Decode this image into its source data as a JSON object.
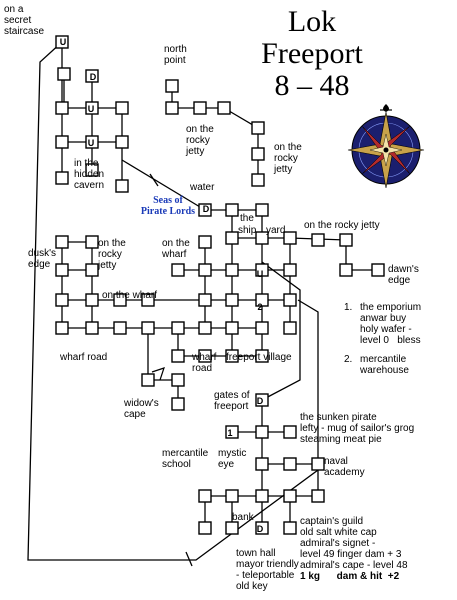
{
  "title": {
    "line1": "Lok",
    "line2": "Freeport",
    "line3": "8 – 48"
  },
  "seas_label": "Seas of\nPirate Lords",
  "room_marks": {
    "U": "U",
    "D": "D",
    "one": "1",
    "two": "2"
  },
  "labels": {
    "secret_staircase": "on a\nsecret\nstaircase",
    "north_point": "north\npoint",
    "rocky_jetty_1": "on the\nrocky\njetty",
    "rocky_jetty_2": "on the\nrocky\njetty",
    "hidden_cavern": "in the\nhidden\ncavern",
    "water": "water",
    "ship_yard_the": "the",
    "ship_yard_ship": "ship",
    "ship_yard_yard": "yard",
    "rocky_jetty_long": "on the rocky jetty",
    "on_the_wharf": "on the\nwharf",
    "dusks_edge": "dusk's\nedge",
    "rocky_jetty_3": "on the\nrocky\njetty",
    "dawns_edge": "dawn's\nedge",
    "on_the_wharf_2": "on the wharf",
    "wharf_road_1": "wharf road",
    "wharf_road_2": "wharf\nroad",
    "freeport_village": "freeport village",
    "widows_cape": "widow's\ncape",
    "gates_of_freeport": "gates of\nfreeport",
    "sunken_pirate": "the sunken pirate\nlefty - mug of sailor's grog\nsteaming meat pie",
    "mercantile_school": "mercantile\nschool",
    "mystic_eye": "mystic\neye",
    "naval_academy": "naval\nacademy",
    "bank": "bank",
    "captains_guild": "captain's guild\nold salt white cap\nadmiral's signet -\nlevel 49 finger dam + 3\nadmiral's cape - level 48",
    "captains_guild_last": "1 kg      dam & hit  +2",
    "town_hall": "town hall\nmayor triendly\n- teleportable\nold key"
  },
  "legend": {
    "item1_num": "1.",
    "item1_text": "the emporium\nanwar buy\nholy wafer -\nlevel 0   bless",
    "item2_num": "2.",
    "item2_text": "mercantile\nwarehouse"
  },
  "colors": {
    "background": "#ffffff",
    "ink": "#000000",
    "seas_text": "#1a3ab8",
    "compass_ring": "#1b1f6e",
    "compass_star_gold": "#c8a24a",
    "compass_star_red": "#b22a2a"
  },
  "icons": {
    "compass": "compass-rose-icon"
  }
}
